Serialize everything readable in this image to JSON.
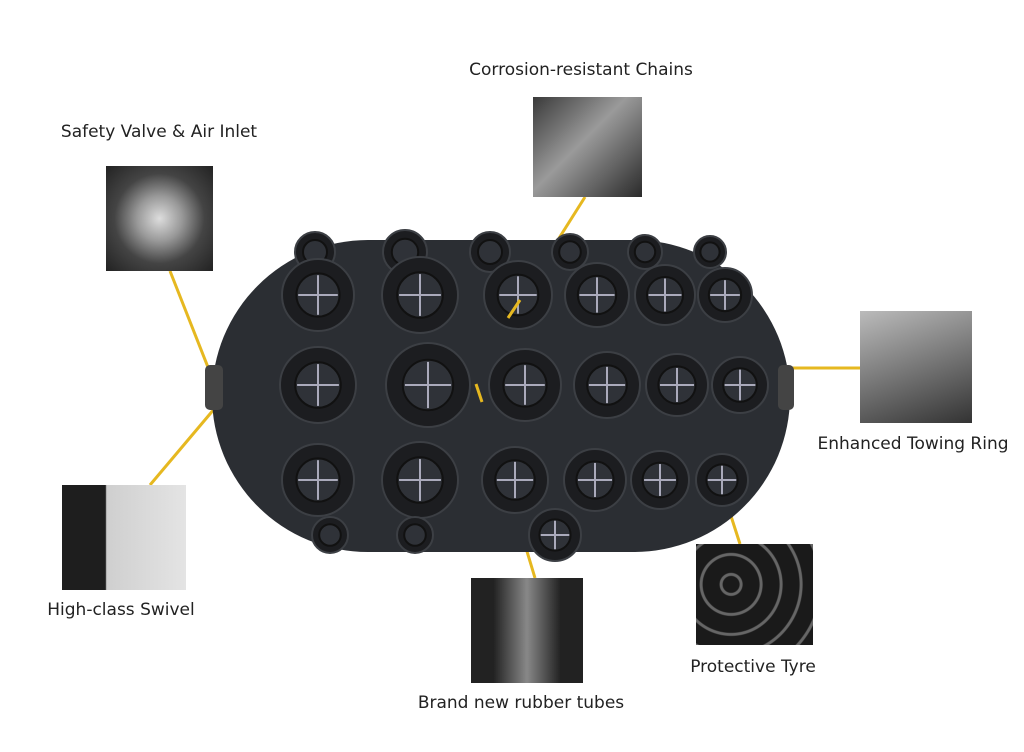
{
  "callouts": {
    "chains": {
      "label": "Corrosion-resistant Chains",
      "icon": "chain-shackle-photo"
    },
    "valve": {
      "label": "Safety Valve & Air Inlet",
      "icon": "valve-flange-photo"
    },
    "towing": {
      "label": "Enhanced Towing Ring",
      "icon": "towing-ring-caliper-photo"
    },
    "swivel": {
      "label": "High-class Swivel",
      "icon": "swivel-photo"
    },
    "tubes": {
      "label": "Brand new rubber tubes",
      "icon": "rubber-tube-photo"
    },
    "tyre": {
      "label": "Protective Tyre",
      "icon": "tyre-stack-photo"
    }
  },
  "colors": {
    "leader": "#e6b820",
    "fender": "#2b2e33",
    "tyre": "#1c1d20",
    "background": "#ffffff"
  }
}
